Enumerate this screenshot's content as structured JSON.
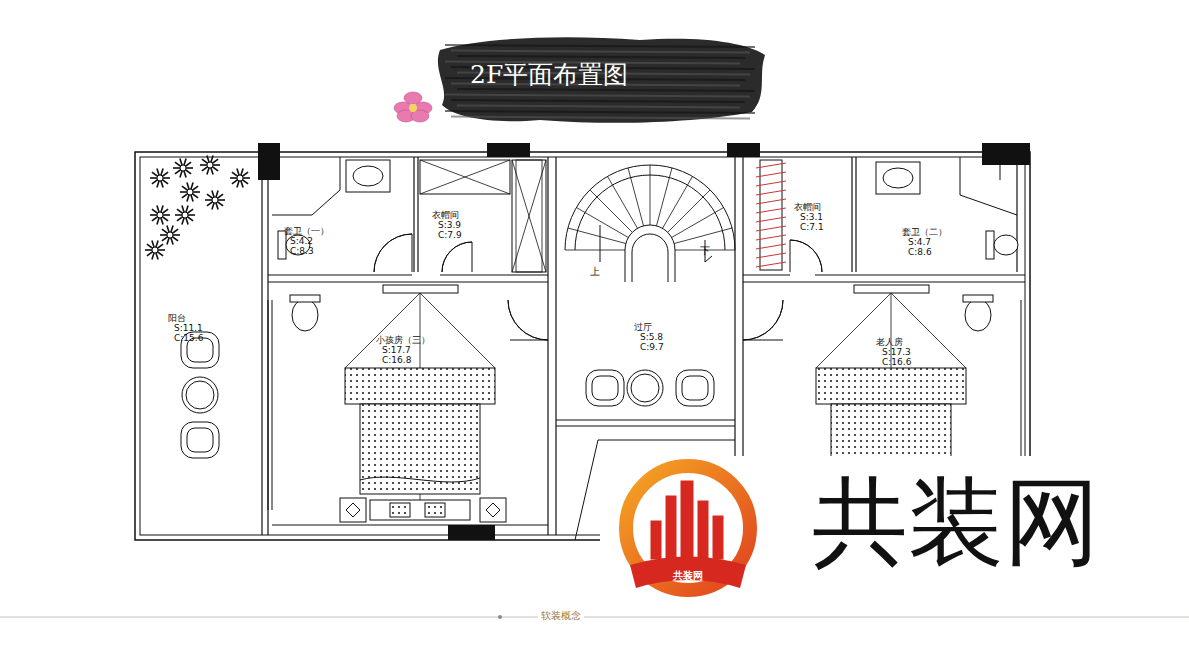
{
  "diagram": {
    "title": "2F平面布置图",
    "nodes": [
      {
        "text": [
          "阳台",
          "S:11.1",
          "C:15.6"
        ]
      },
      {
        "text": [
          "套卫（一）",
          "S:4.2",
          "C:8.3"
        ]
      },
      {
        "text": [
          "衣帽间",
          "S:3.9",
          "C:7.9"
        ]
      },
      {
        "text": [
          "小孩房（三）",
          "S:17.7",
          "C:16.8"
        ]
      },
      {
        "text": [
          "过厅",
          "S:5.8",
          "C:9.7"
        ]
      },
      {
        "text": [
          "衣帽间",
          "S:3.1",
          "C:7.1"
        ]
      },
      {
        "text": [
          "套卫（二）",
          "S:4.7",
          "C:8.6"
        ]
      },
      {
        "text": [
          "老人房",
          "S:17.3",
          "C:16.6"
        ]
      }
    ],
    "labels": [
      "上",
      "下",
      "共装网",
      "共装网",
      "软装概念"
    ]
  }
}
